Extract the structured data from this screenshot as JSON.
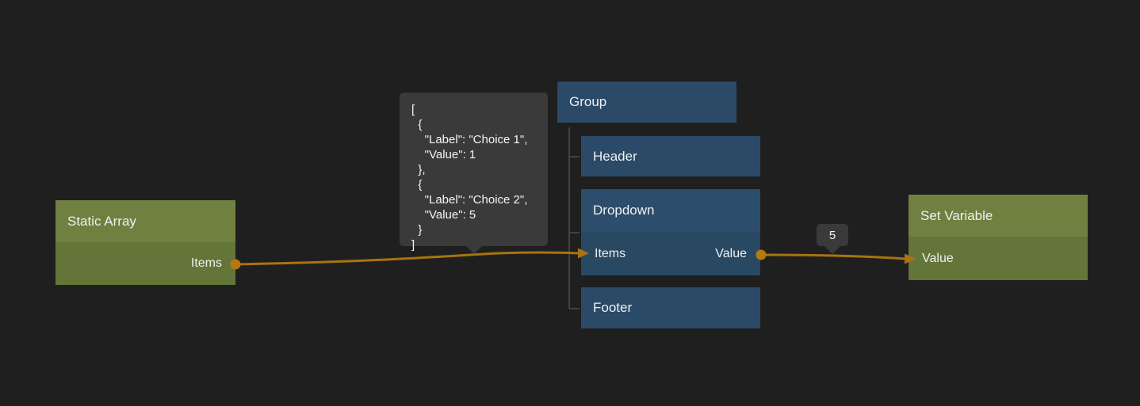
{
  "colors": {
    "background": "#1f1f1f",
    "wire": "#a9730f",
    "port": "#b5790e",
    "node_green_header": "#6f8041",
    "node_green_body": "#647539",
    "node_blue": "#2b4a67",
    "node_blue_header": "#2d4d6c",
    "node_blue_body": "#294862",
    "tooltip_bg": "#3a3a3a",
    "tree_line": "#4d4d4d",
    "text": "#f0f0f0"
  },
  "nodes": {
    "static_array": {
      "title": "Static Array",
      "output_label": "Items"
    },
    "group": {
      "title": "Group"
    },
    "header": {
      "title": "Header"
    },
    "dropdown": {
      "title": "Dropdown",
      "input_label": "Items",
      "output_label": "Value"
    },
    "footer": {
      "title": "Footer"
    },
    "set_variable": {
      "title": "Set Variable",
      "input_label": "Value"
    }
  },
  "tooltips": {
    "items_preview": {
      "lines": [
        "[",
        "  {",
        "    \"Label\": \"Choice 1\",",
        "    \"Value\": 1",
        "  },",
        "  {",
        "    \"Label\": \"Choice 2\",",
        "    \"Value\": 5",
        "  }",
        "]"
      ]
    },
    "value_preview": {
      "text": "5"
    }
  }
}
